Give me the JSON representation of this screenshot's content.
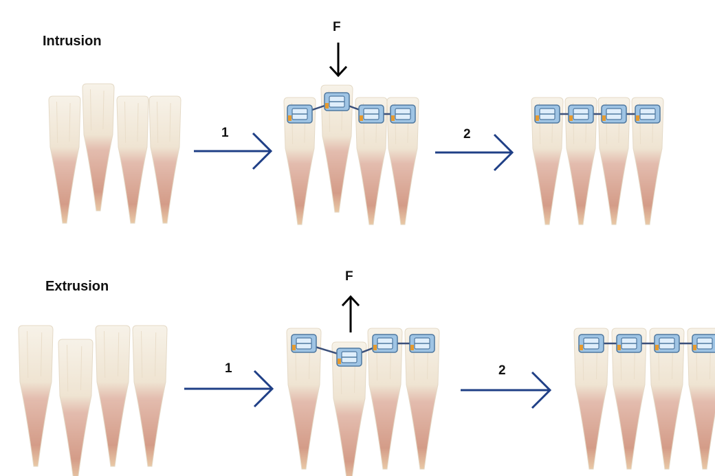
{
  "colors": {
    "crown": "#f4ede0",
    "crown_edge": "#e4d9c6",
    "root": "#d7a592",
    "root_tip": "#e8c7a8",
    "bracket": "#9fc4e4",
    "bracket_dark": "#4e78a0",
    "bracket_slot": "#dfeefb",
    "hook": "#e59a2f",
    "wire": "#3a4f7a",
    "step_arrow": "#1f3f86",
    "force_arrow": "#000000"
  },
  "rows": [
    {
      "label": "Intrusion",
      "force_label": "F",
      "force_direction": "down",
      "displaced_tooth": "raised in stage 1",
      "steps": [
        {
          "label": "1"
        },
        {
          "label": "2"
        }
      ]
    },
    {
      "label": "Extrusion",
      "force_label": "F",
      "force_direction": "up",
      "displaced_tooth": "lowered in stage 1",
      "steps": [
        {
          "label": "1"
        },
        {
          "label": "2"
        }
      ]
    }
  ]
}
